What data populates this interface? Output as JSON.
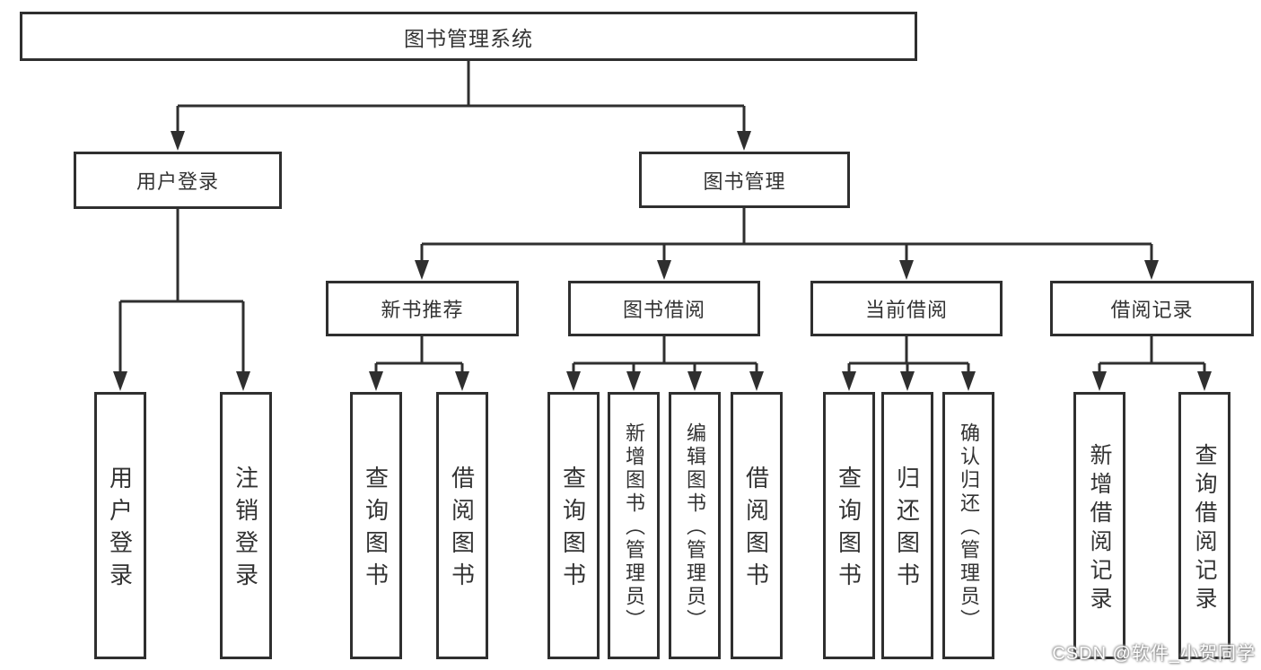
{
  "colors": {
    "background": "#ffffff",
    "line": "#2f2f2f",
    "box_border": "#2f2f2f",
    "text": "#333333"
  },
  "watermark": {
    "text": "CSDN @软件_小贺同学"
  },
  "tree": {
    "label": "图书管理系统",
    "children": [
      {
        "label": "用户登录",
        "children": [
          {
            "label": "用户登录"
          },
          {
            "label": "注销登录"
          }
        ]
      },
      {
        "label": "图书管理",
        "children": [
          {
            "label": "新书推荐",
            "children": [
              {
                "label": "查询图书"
              },
              {
                "label": "借阅图书"
              }
            ]
          },
          {
            "label": "图书借阅",
            "children": [
              {
                "label": "查询图书"
              },
              {
                "label": "新增图书（管理员）"
              },
              {
                "label": "编辑图书（管理员）"
              },
              {
                "label": "借阅图书"
              }
            ]
          },
          {
            "label": "当前借阅",
            "children": [
              {
                "label": "查询图书"
              },
              {
                "label": "归还图书"
              },
              {
                "label": "确认归还（管理员）"
              }
            ]
          },
          {
            "label": "借阅记录",
            "children": [
              {
                "label": "新增借阅记录"
              },
              {
                "label": "查询借阅记录"
              }
            ]
          }
        ]
      }
    ]
  }
}
